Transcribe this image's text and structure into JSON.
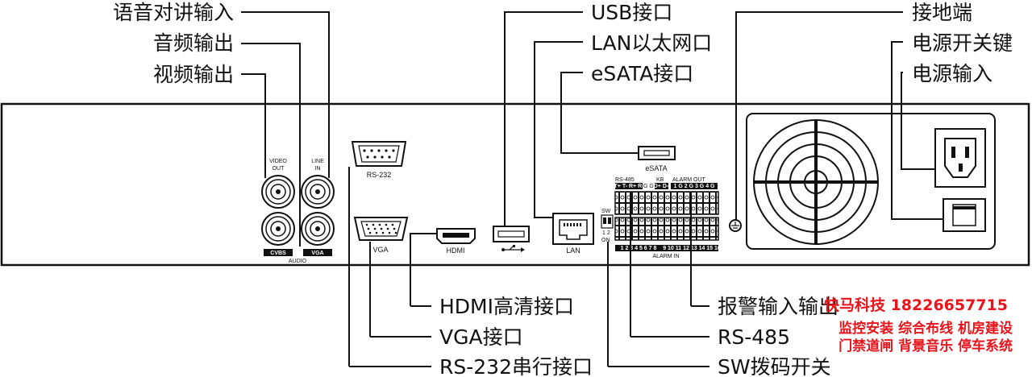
{
  "callouts": {
    "audio_in": "语音对讲输入",
    "audio_out": "音频输出",
    "video_out": "视频输出",
    "usb": "USB接口",
    "lan": "LAN以太网口",
    "esata": "eSATA接口",
    "ground": "接地端",
    "power_switch": "电源开关键",
    "power_in": "电源输入",
    "hdmi": "HDMI高清接口",
    "vga": "VGA接口",
    "rs232": "RS-232串行接口",
    "alarm": "报警输入输出",
    "rs485": "RS-485",
    "sw": "SW拨码开关"
  },
  "panel_labels": {
    "video_out_1": "VIDEO",
    "video_out_2": "OUT",
    "line_in_1": "LINE",
    "line_in_2": "IN",
    "cvbs": "CVBS",
    "vga_tag": "VGA",
    "audio": "AUDIO",
    "rs232": "RS-232",
    "vga": "VGA",
    "hdmi": "HDMI",
    "lan": "LAN",
    "esata": "eSATA",
    "rs485": "RS-485",
    "rs485_pins": "T+ T- R+ R-",
    "gg": "G  G",
    "kb": "KB",
    "kb_pins": "D+ D-",
    "alarm_out": "ALARM OUT",
    "alarm_out_pins": "1  G  2  G  3  G  4  G",
    "sw": "SW",
    "sw_12": "1 2",
    "sw_on": "ON",
    "alarm_in_pins_1": "1  2  3  4  5  6  7  8",
    "alarm_in_pins_2": "9 10 11 12 13 14 15 16",
    "alarm_in": "ALARM IN"
  },
  "watermark": {
    "company": "快马科技 18226657715",
    "line1": "监控安装  综合布线  机房建设",
    "line2": "门禁道闸  背景音乐  停车系统"
  },
  "colors": {
    "ink": "#111111",
    "watermark": "#e8141b"
  }
}
